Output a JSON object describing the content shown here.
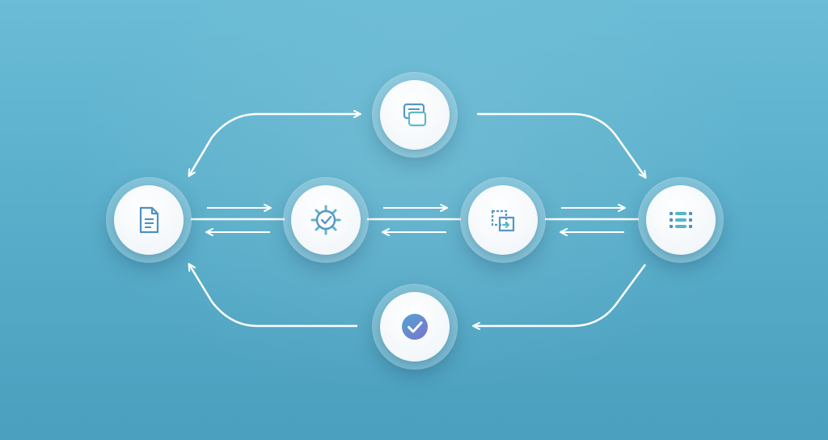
{
  "diagram": {
    "nodes": [
      {
        "id": "document",
        "icon": "document-icon"
      },
      {
        "id": "gear",
        "icon": "gear-check-icon"
      },
      {
        "id": "transform",
        "icon": "transform-icon"
      },
      {
        "id": "grid",
        "icon": "grid-icon"
      },
      {
        "id": "stack",
        "icon": "stack-icon"
      },
      {
        "id": "check",
        "icon": "check-circle-icon"
      }
    ],
    "colors": {
      "background_top": "#6bbcd6",
      "background_bottom": "#4a9fbe",
      "icon_blue": "#4a8fc0",
      "icon_teal": "#4fb4c8",
      "check_gradient_start": "#4a9fd4",
      "check_gradient_end": "#7b6fc9",
      "arrow": "#ffffff"
    }
  }
}
